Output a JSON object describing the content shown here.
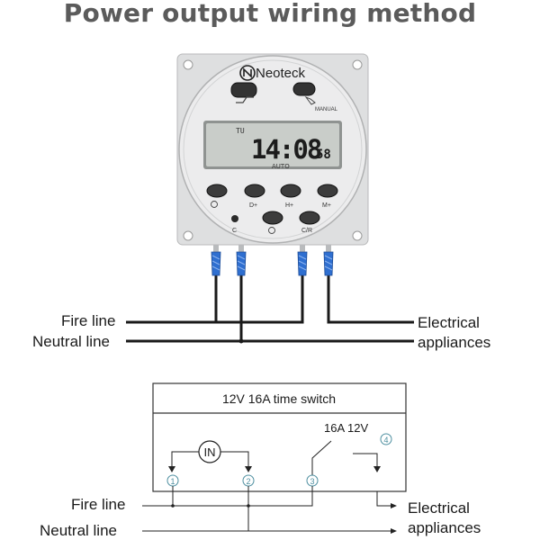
{
  "title": "Power output wiring method",
  "device": {
    "brand": "Neoteck",
    "manual_label": "MANUAL",
    "display": {
      "day": "TU",
      "time": "14:08",
      "seconds": "58",
      "mode": "AUTO"
    },
    "buttons": {
      "row1": [
        "",
        "D+",
        "H+",
        "M+"
      ],
      "row2": [
        "C",
        "",
        "C/R"
      ]
    }
  },
  "top_diagram": {
    "fire_line_label": "Fire line",
    "neutral_line_label": "Neutral line",
    "appliance_label_line1": "Electrical",
    "appliance_label_line2": "appliances"
  },
  "schematic": {
    "box_title": "12V 16A time switch",
    "source_label": "IN",
    "relay_label": "16A 12V",
    "terminals": [
      "1",
      "2",
      "3",
      "4"
    ],
    "fire_line_label": "Fire line",
    "neutral_line_label": "Neutral line",
    "appliance_label_line1": "Electrical",
    "appliance_label_line2": "appliances"
  },
  "colors": {
    "title": "#5b5b5b",
    "device_body": "#e9e9ea",
    "lcd": "#c9cdc9",
    "connector": "#2f6fd0",
    "terminal_circle": "#4e8fa0",
    "wire": "#1a1a1a"
  }
}
